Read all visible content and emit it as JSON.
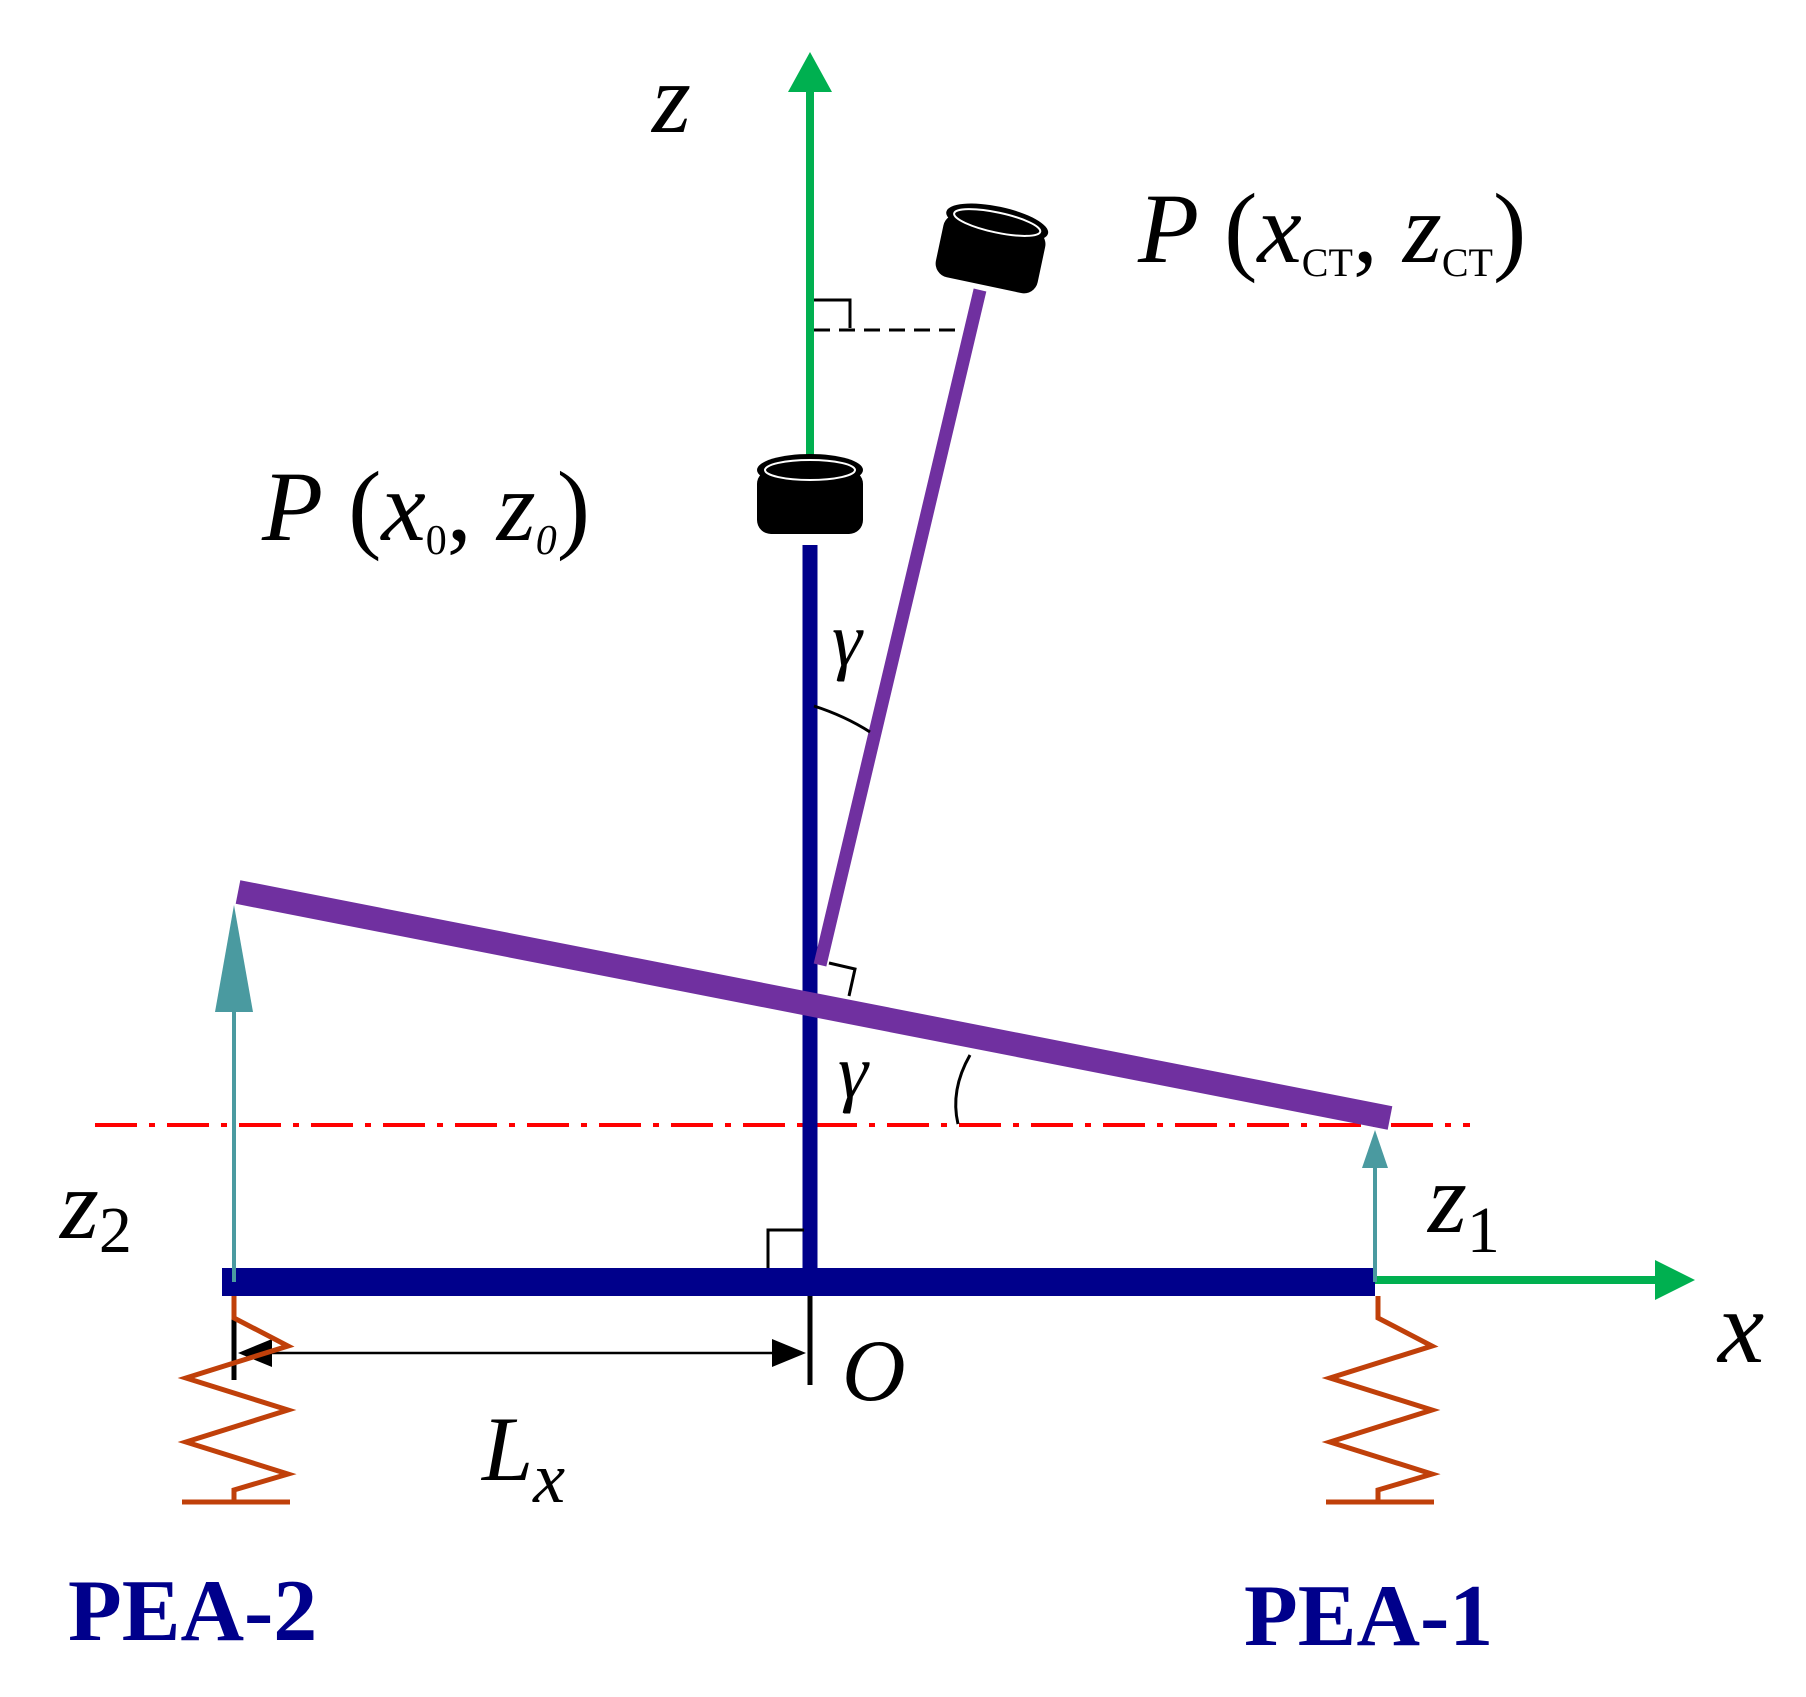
{
  "labels": {
    "z_axis": "z",
    "x_axis": "x",
    "origin": "O",
    "gamma_top": "γ",
    "gamma_bottom": "γ",
    "z1_main": "z",
    "z1_sub": "1",
    "z2_main": "z",
    "z2_sub": "2",
    "lx_main": "L",
    "lx_sub": "x",
    "p0_P": "P",
    "p0_open": " (",
    "p0_x": "x",
    "p0_xsub": "0",
    "p0_comma": ", ",
    "p0_z": "z",
    "p0_zsub": "0",
    "p0_close": ")",
    "pct_P": "P",
    "pct_open": " (",
    "pct_x": "x",
    "pct_xsub": "CT",
    "pct_comma": ", ",
    "pct_z": "z",
    "pct_zsub": "CT",
    "pct_close": ")",
    "pea1": "PEA-1",
    "pea2": "PEA-2"
  },
  "colors": {
    "axis": "#00b050",
    "frame": "#00008b",
    "tilted": "#7030a0",
    "displacement": "#4a9aa0",
    "reference": "#ff0000",
    "spring": "#c0400a",
    "mass": "#000000",
    "text": "#000000",
    "pea_text": "#00008b"
  }
}
